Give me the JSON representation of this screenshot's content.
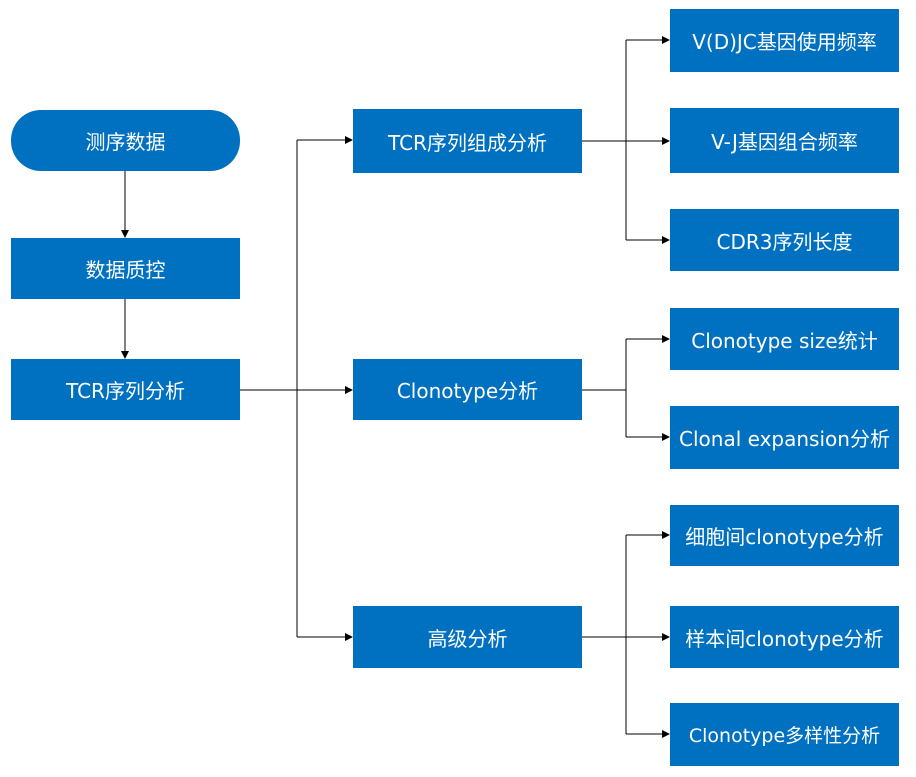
{
  "nodes": {
    "start": "测序数据",
    "qc": "数据质控",
    "tcr_analysis": "TCR序列分析",
    "composition": "TCR序列组成分析",
    "clonotype": "Clonotype分析",
    "advanced": "高级分析",
    "vdj_usage": "V(D)JC基因使用频率",
    "vj_freq": "V-J基因组合频率",
    "cdr3_length": "CDR3序列长度",
    "clonotype_size": "Clonotype size统计",
    "clonal_expansion": "Clonal expansion分析",
    "cell_clonotype": "细胞间clonotype分析",
    "sample_clonotype": "样本间clonotype分析",
    "clonotype_diversity": "Clonotype多样性分析"
  },
  "colors": {
    "box_fill": "#0070C0",
    "box_text": "#FFFFFF",
    "connector": "#000000"
  }
}
